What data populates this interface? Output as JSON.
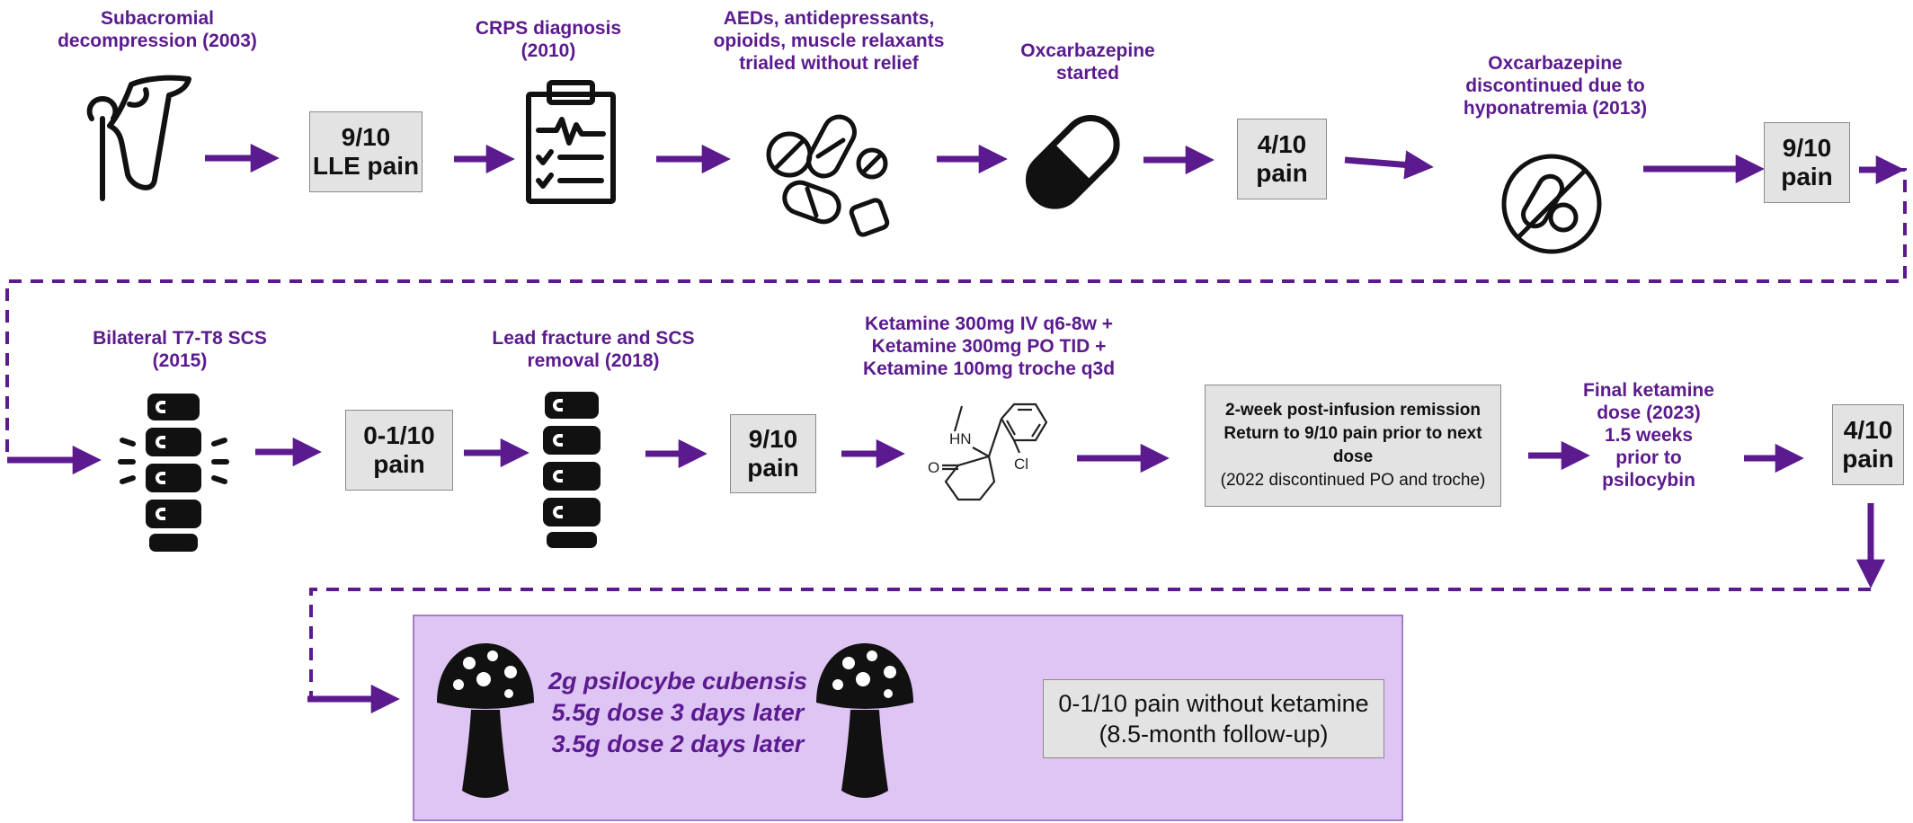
{
  "colors": {
    "accent": "#5b1a8e",
    "box_fill": "#e3e3e3",
    "panel_fill": "#dec5f4",
    "icon": "#111111"
  },
  "row1": {
    "subacromial": [
      "Subacromial",
      "decompression (2003)"
    ],
    "pain_lle": [
      "9/10",
      "LLE pain"
    ],
    "crps": [
      "CRPS diagnosis",
      "(2010)"
    ],
    "aeds": [
      "AEDs, antidepressants,",
      "opioids, muscle relaxants",
      "trialed without relief"
    ],
    "oxc_started": [
      "Oxcarbazepine",
      "started"
    ],
    "pain_4": [
      "4/10",
      "pain"
    ],
    "oxc_disc": [
      "Oxcarbazepine",
      "discontinued due to",
      "hyponatremia (2013)"
    ],
    "pain_9": [
      "9/10",
      "pain"
    ]
  },
  "row2": {
    "scs": [
      "Bilateral T7-T8 SCS",
      "(2015)"
    ],
    "pain_01": [
      "0-1/10",
      "pain"
    ],
    "lead": [
      "Lead fracture and SCS",
      "removal (2018)"
    ],
    "pain_9": [
      "9/10",
      "pain"
    ],
    "ketamine": [
      "Ketamine 300mg IV q6-8w +",
      "Ketamine 300mg PO TID +",
      "Ketamine 100mg troche q3d"
    ],
    "remission": [
      "2-week post-infusion remission",
      "Return to 9/10 pain prior to next",
      "dose"
    ],
    "remission_note": "(2022 discontinued PO and troche)",
    "final_ket": [
      "Final ketamine",
      "dose (2023)",
      "1.5 weeks",
      "prior to",
      "psilocybin"
    ],
    "pain_4": [
      "4/10",
      "pain"
    ]
  },
  "row3": {
    "psilocybe": [
      "2g psilocybe cubensis",
      "5.5g dose 3 days later",
      "3.5g dose 2 days later"
    ],
    "outcome": [
      "0-1/10 pain without ketamine",
      "(8.5-month follow-up)"
    ]
  },
  "molecule": {
    "hn": "HN",
    "o": "O",
    "cl": "Cl"
  },
  "icons": [
    "shoulder-icon",
    "clipboard-icon",
    "pills-icon",
    "capsule-icon",
    "no-medication-icon",
    "spine-glow-icon",
    "spine-icon",
    "ketamine-molecule-icon",
    "mushroom-icon"
  ]
}
